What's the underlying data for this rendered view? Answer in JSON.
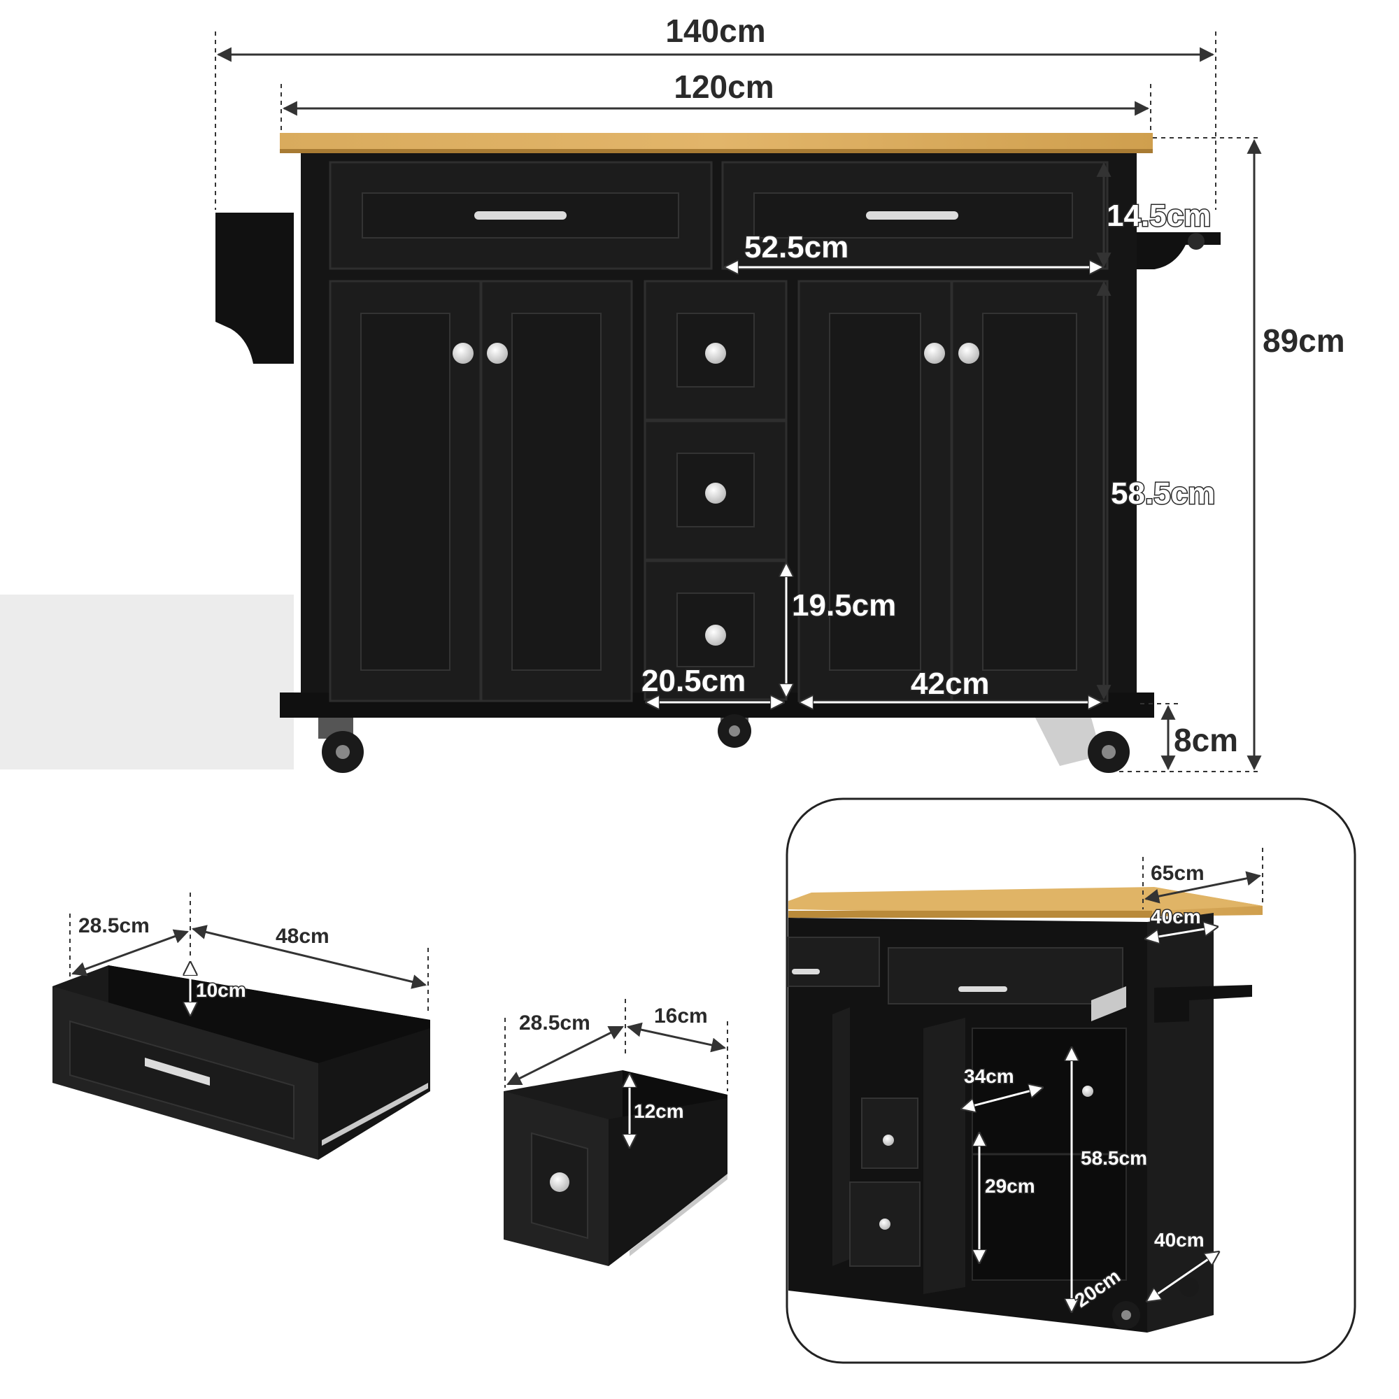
{
  "colors": {
    "cabinet": "#151515",
    "panel": "#1e1e1e",
    "wood_top": "#d7a85a",
    "wood_edge": "#c2923f",
    "knob": "#e6e6e6",
    "shadow": "#e9e9e9",
    "dimension": "#2a2a2a"
  },
  "front_view": {
    "overall_width": "140cm",
    "top_width": "120cm",
    "overall_height": "89cm",
    "drawer_height": "14.5cm",
    "drawer_width": "52.5cm",
    "cabinet_height": "58.5cm",
    "small_drawer_height": "19.5cm",
    "small_drawer_width": "20.5cm",
    "door_cabinet_width": "42cm",
    "wheel_height": "8cm"
  },
  "large_drawer": {
    "depth": "28.5cm",
    "width": "48cm",
    "height": "10cm"
  },
  "small_drawer": {
    "depth": "28.5cm",
    "width": "16cm",
    "height": "12cm"
  },
  "side_view": {
    "top_depth": "65cm",
    "cabinet_depth": "40cm",
    "shelf_depth": "34cm",
    "shelf_height": "29cm",
    "cabinet_height": "58.5cm",
    "base_depth": "40cm",
    "base_height": "20cm"
  },
  "icons": [
    "cabinet-illustration",
    "drawer-illustration",
    "caster-wheel-icon",
    "knob-icon",
    "handle-icon",
    "towel-rack-icon"
  ]
}
